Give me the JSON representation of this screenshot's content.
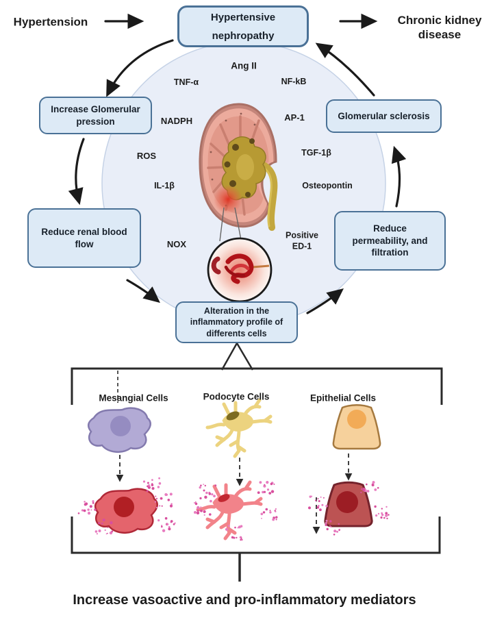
{
  "flow": {
    "hypertension": "Hypertension",
    "hypertensive_nephropathy": "Hypertensive nephropathy",
    "chronic_kidney_disease": "Chronic kidney disease"
  },
  "cycle_boxes": {
    "increase_glomerular_pression": "Increase Glomerular pression",
    "reduce_renal_blood_flow": "Reduce renal blood flow",
    "alteration_inflammatory": "Alteration in the inflammatory profile of differents cells",
    "reduce_permeability_filtration": "Reduce permeability, and filtration",
    "glomerular_sclerosis": "Glomerular sclerosis"
  },
  "mediators": {
    "ang_ii": "Ang II",
    "tnf_alpha": "TNF-α",
    "nf_kb": "NF-kB",
    "nadph": "NADPH",
    "ap_1": "AP-1",
    "ros": "ROS",
    "tgf_1b": "TGF-1β",
    "il_1b": "IL-1β",
    "osteopontin": "Osteopontin",
    "nox": "NOX",
    "positive_ed1": "Positive ED-1"
  },
  "cells": {
    "mesangial": "Mesangial Cells",
    "podocyte": "Podocyte Cells",
    "epithelial": "Epithelial Cells"
  },
  "footer": {
    "caption": "Increase vasoactive and pro-inflammatory mediators"
  },
  "colors": {
    "box_fill": "#ddeaf6",
    "box_border": "#4a7196",
    "circle_fill": "#e9eef8",
    "arrow": "#1a1a1a",
    "speckle": "#d84f9e"
  }
}
